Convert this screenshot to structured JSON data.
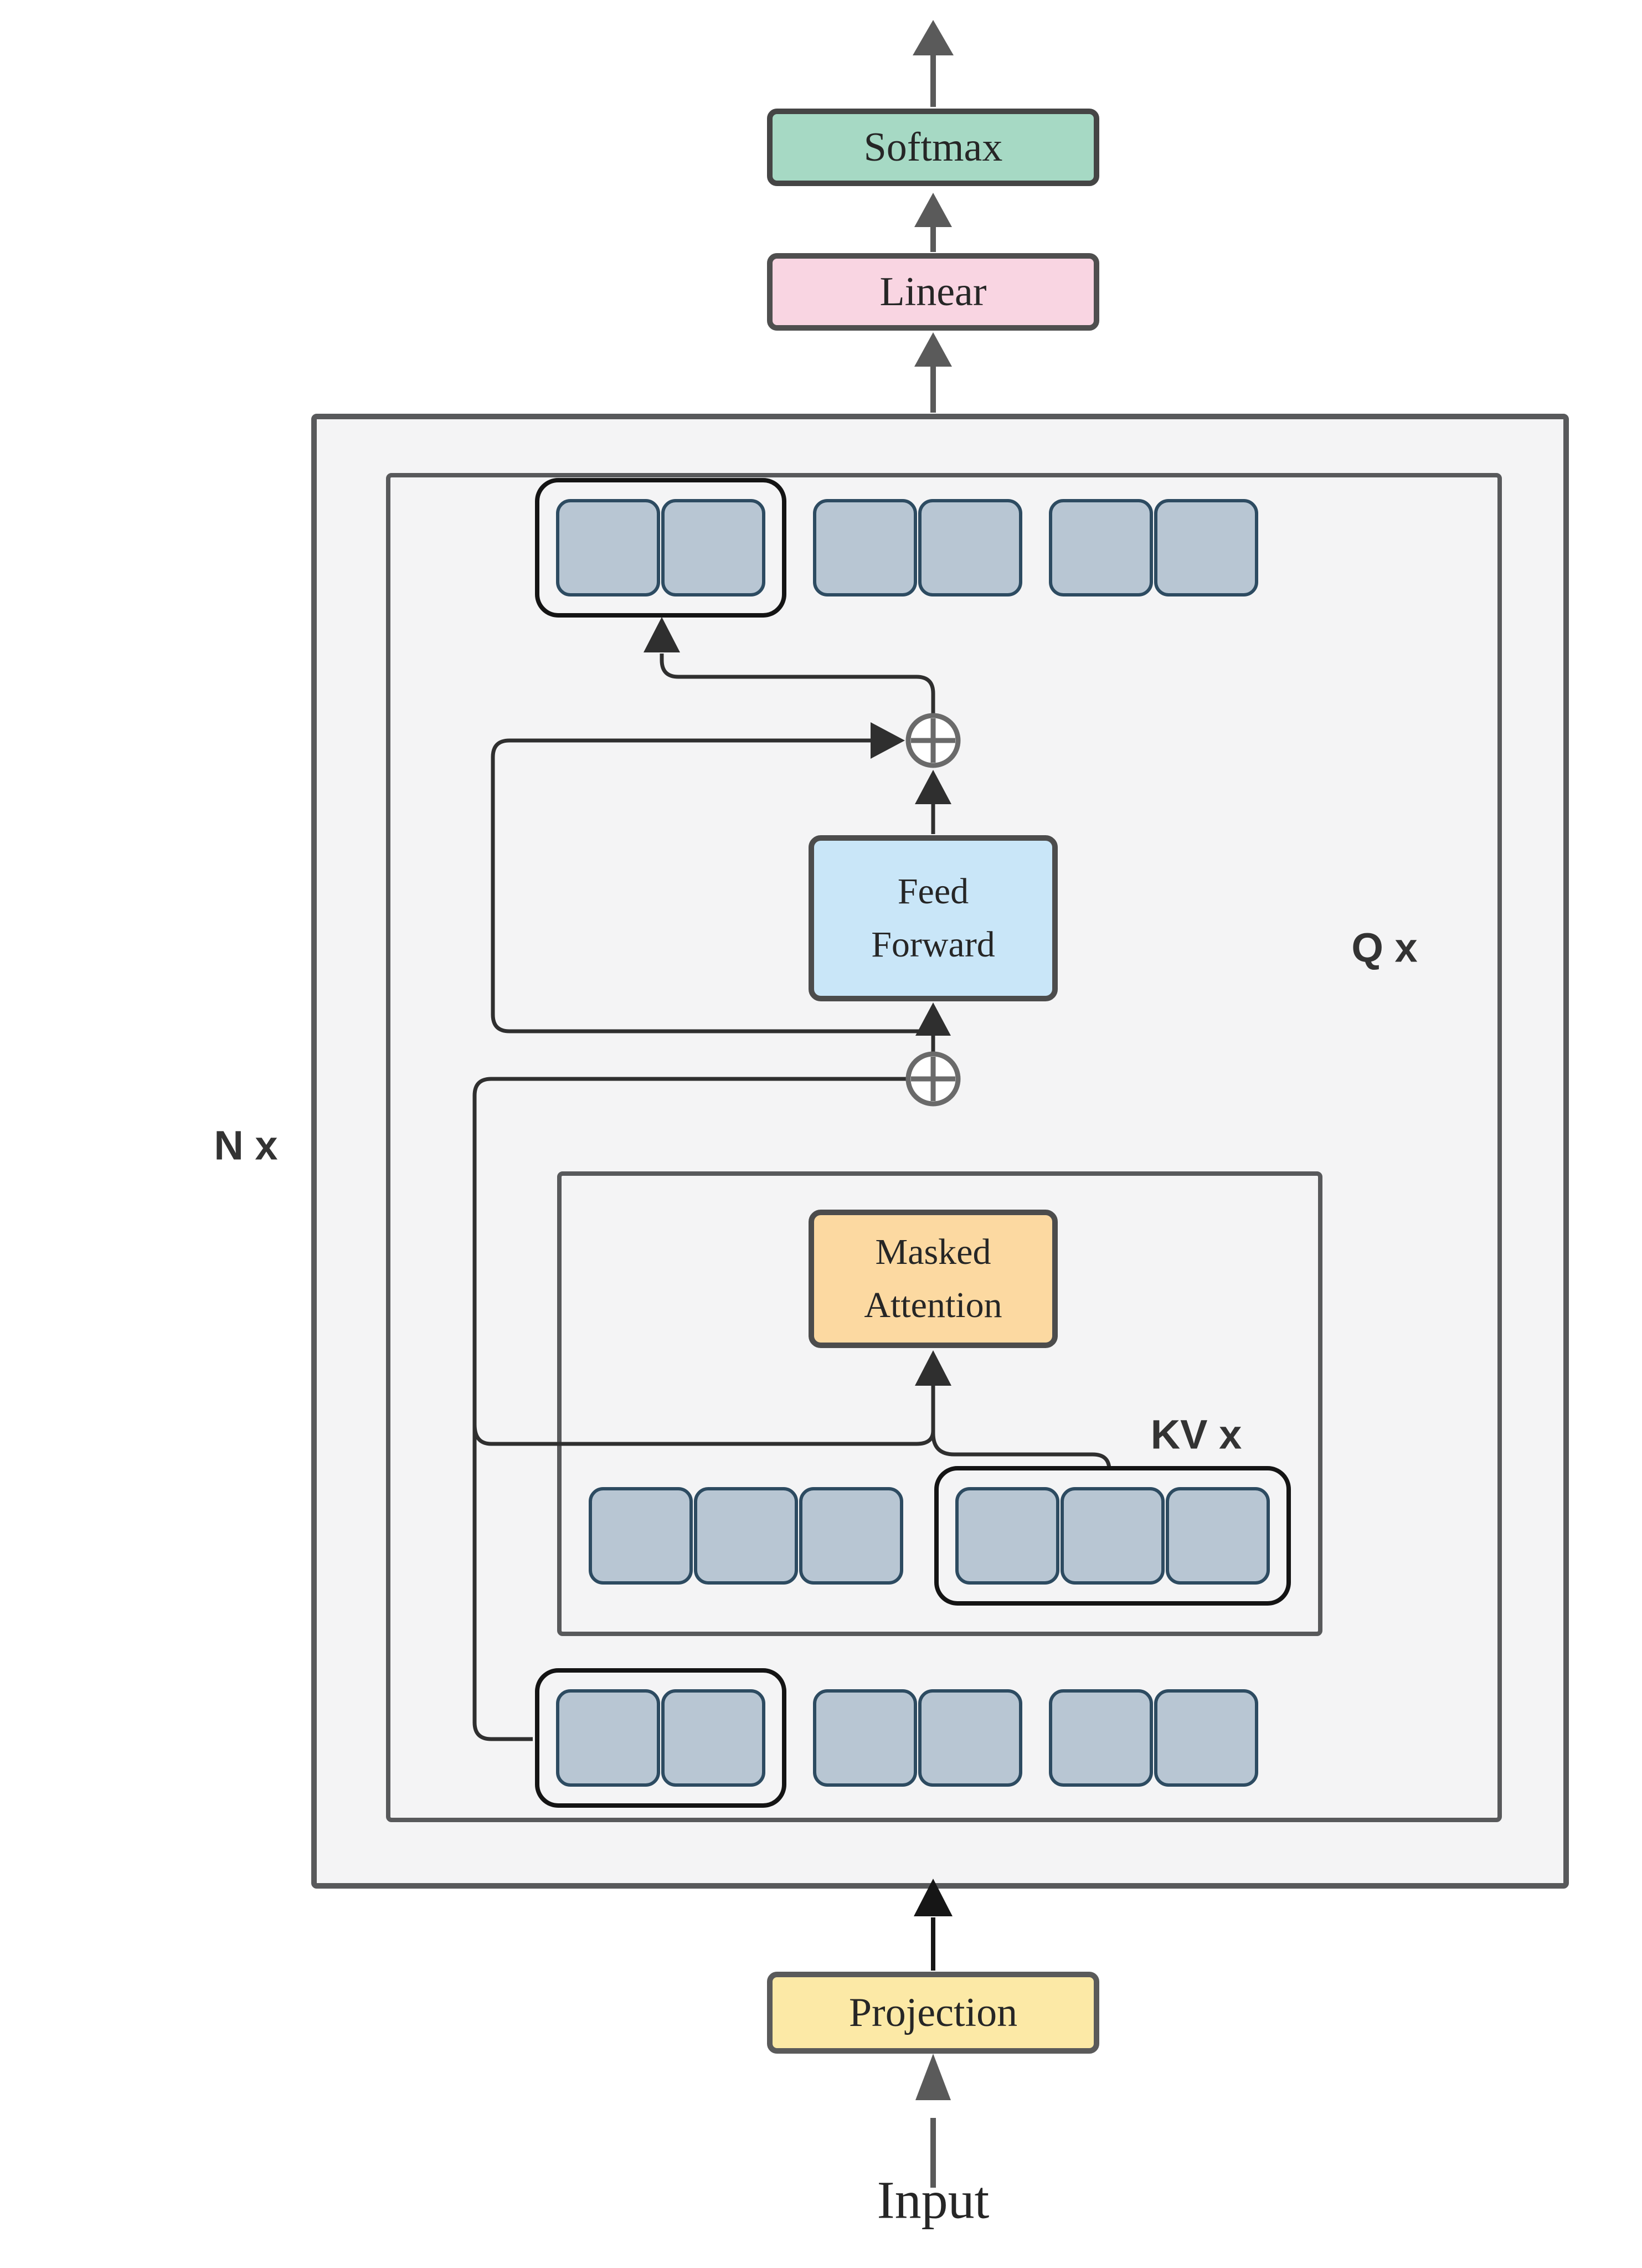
{
  "blocks": {
    "softmax": {
      "label": "Softmax"
    },
    "linear": {
      "label": "Linear"
    },
    "feed_forward": {
      "lines": [
        "Feed",
        "Forward"
      ]
    },
    "masked_attention": {
      "lines": [
        "Masked",
        "Attention"
      ]
    },
    "projection": {
      "label": "Projection"
    }
  },
  "loop_labels": {
    "outer": "N x",
    "inner": "Q x",
    "kv": "KV x"
  },
  "io": {
    "input_label": "Input"
  },
  "icons": {
    "residual_add": "circle-plus"
  },
  "token_rows": {
    "output": {
      "groups": [
        {
          "wrapped": true,
          "count": 2
        },
        {
          "wrapped": false,
          "count": 2
        },
        {
          "wrapped": false,
          "count": 2
        }
      ]
    },
    "kv_cache": {
      "groups": [
        {
          "wrapped": false,
          "count": 3
        },
        {
          "wrapped": true,
          "count": 3
        }
      ]
    },
    "input": {
      "groups": [
        {
          "wrapped": true,
          "count": 2
        },
        {
          "wrapped": false,
          "count": 2
        },
        {
          "wrapped": false,
          "count": 2
        }
      ]
    }
  },
  "colors": {
    "background": "#ffffff",
    "panel": "#f4f4f5",
    "panel_border": "#58595b",
    "block_border": "#4c4c4c",
    "wire": "#2f2f2f",
    "wire_gray": "#5a5a5a",
    "arrow_black": "#161616",
    "softmax_fill": "#a6d9c4",
    "linear_fill": "#f9d5e2",
    "ff_fill": "#c9e6f8",
    "attention_fill": "#fcd9a1",
    "projection_fill": "#fce9a6",
    "token_fill": "#b8c6d3",
    "token_border": "#2d4b61",
    "wrap_border": "#141414",
    "add_ring": "#6a6a6a",
    "text": "#262626",
    "label": "#333333"
  }
}
